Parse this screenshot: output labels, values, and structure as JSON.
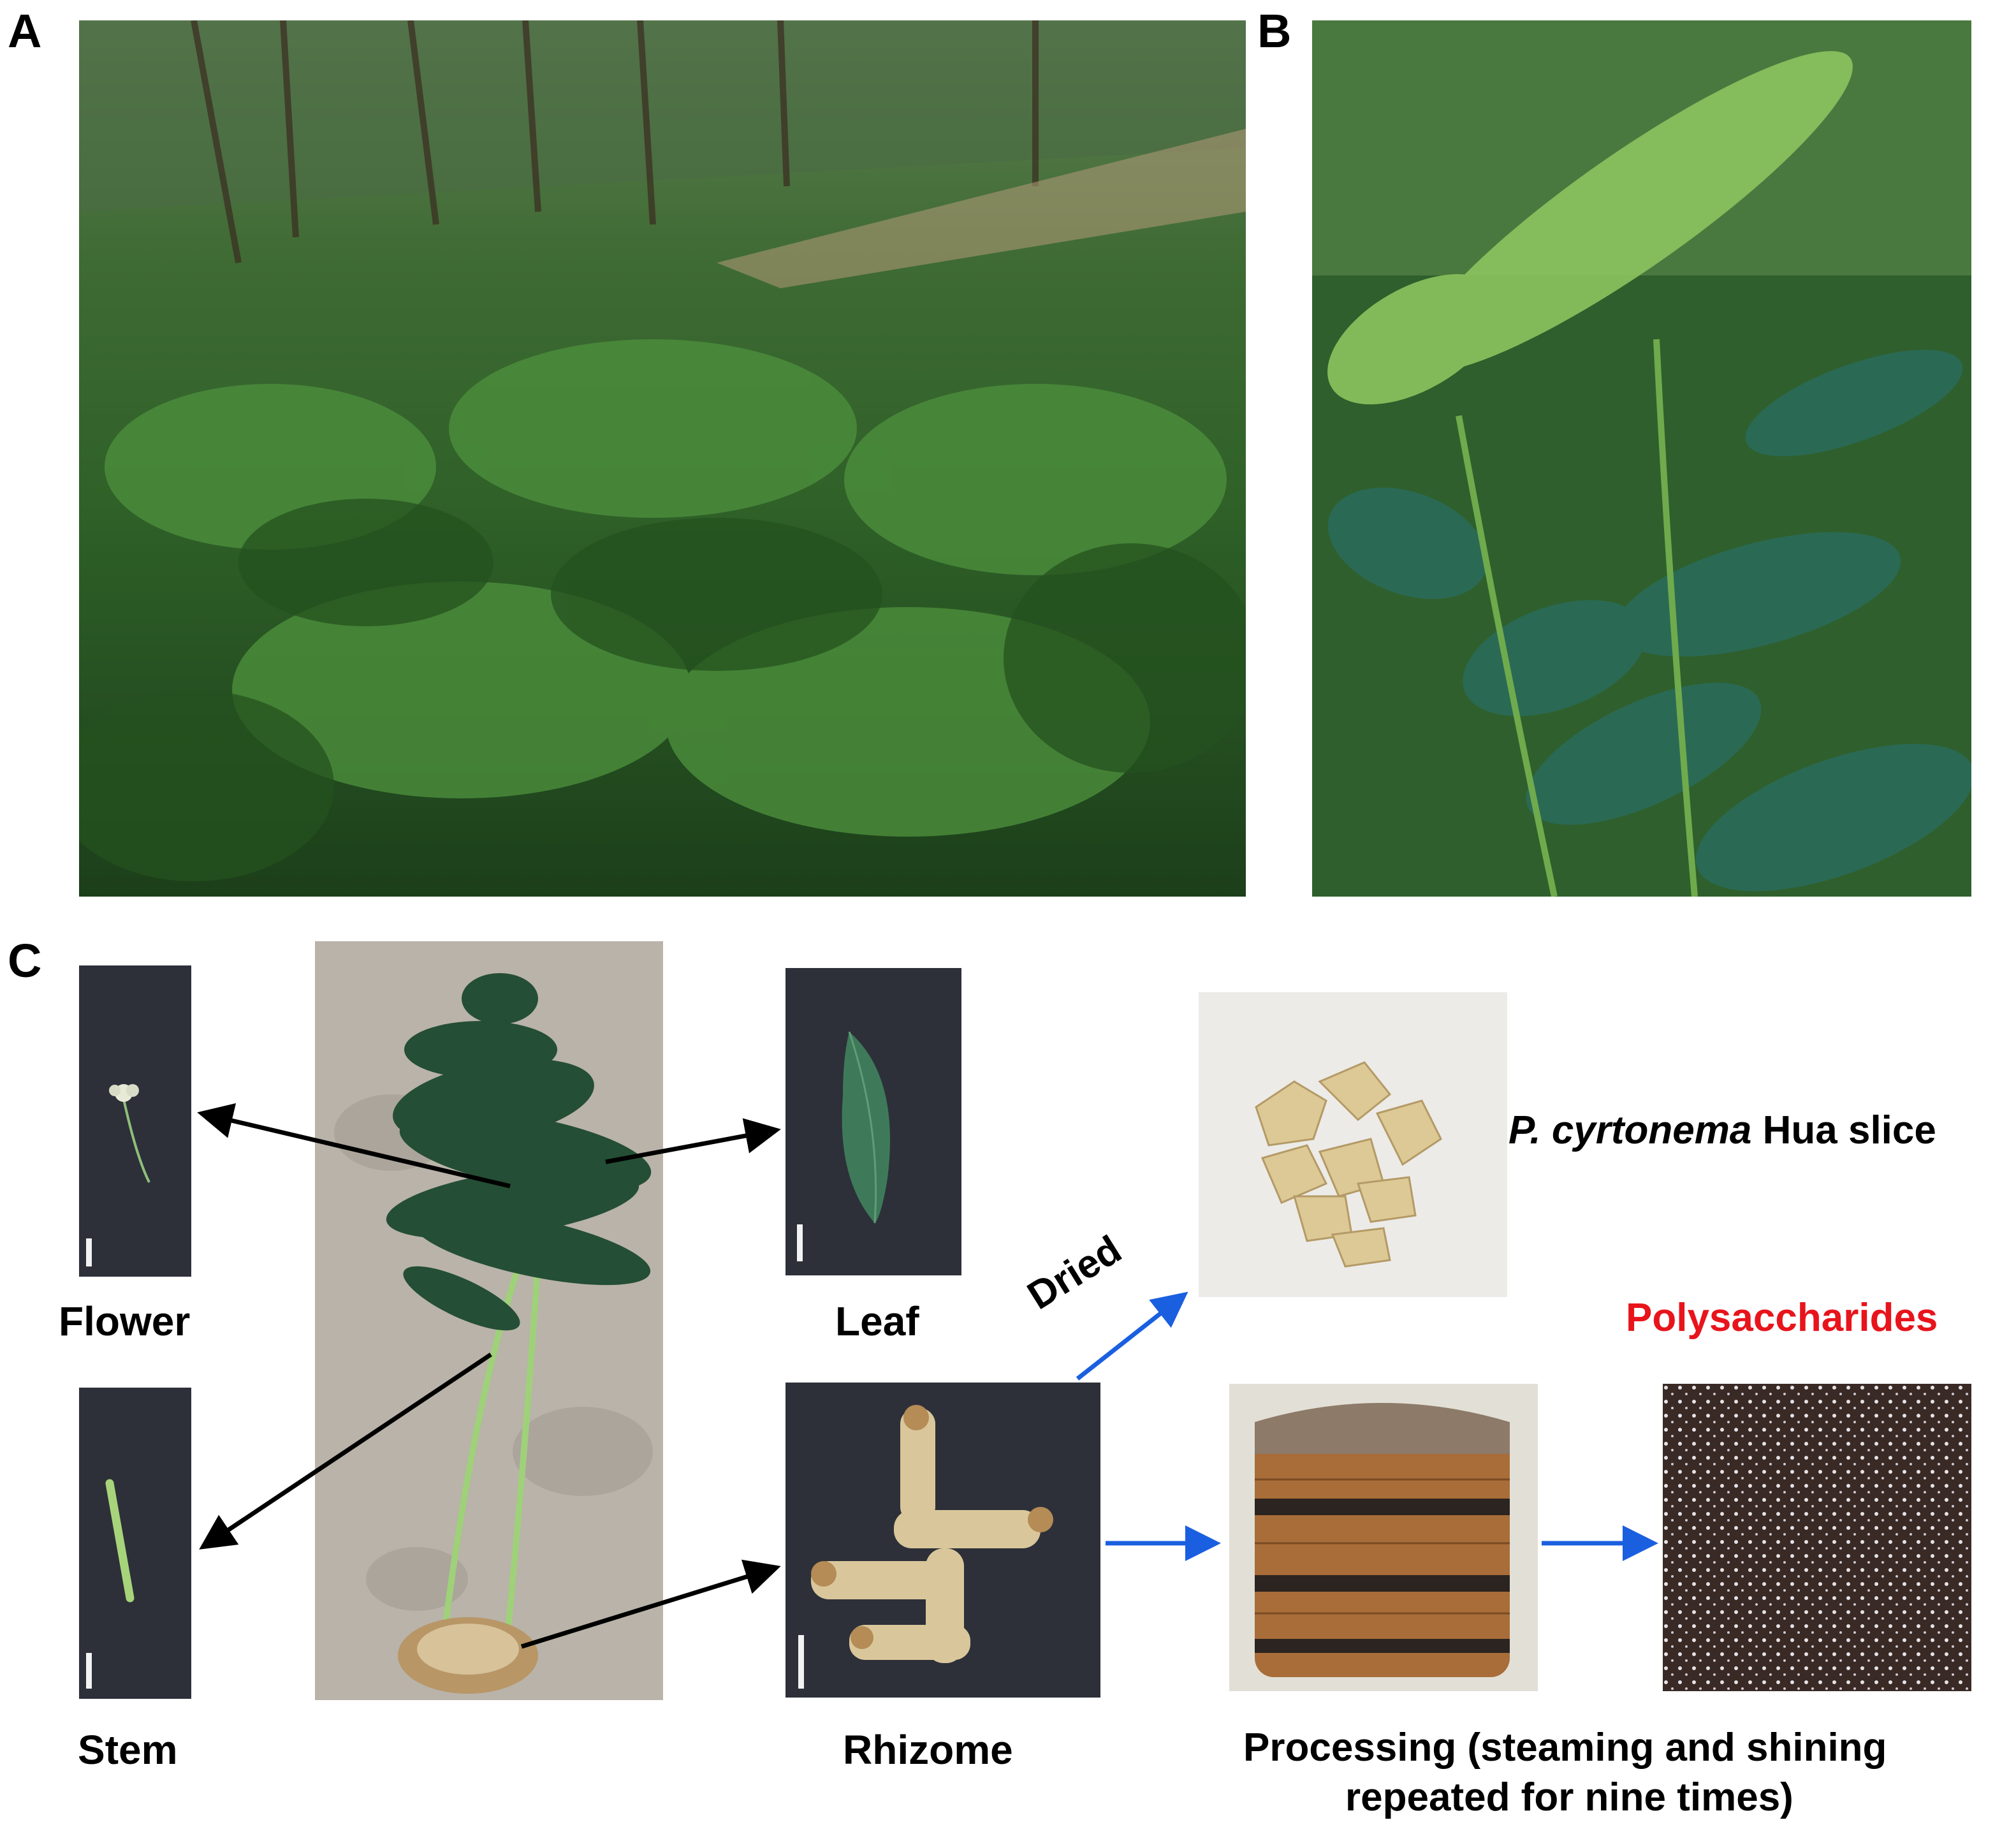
{
  "panels": {
    "a": {
      "letter": "A"
    },
    "b": {
      "letter": "B"
    },
    "c": {
      "letter": "C"
    }
  },
  "labels": {
    "flower": "Flower",
    "leaf": "Leaf",
    "stem": "Stem",
    "rhizome": "Rhizome",
    "dried": "Dried",
    "slice_italic": "P. cyrtonema",
    "slice_rest": " Hua slice",
    "polysaccharides": "Polysaccharides",
    "processing_line1": "Processing (steaming and shining",
    "processing_line2": "repeated for nine times)"
  },
  "colors": {
    "black_arrow": "#000000",
    "blue_arrow": "#1a5fe0",
    "polysaccharides_text": "#e8141b",
    "foliage_dark": "#1f4d1d",
    "foliage_mid": "#3f7f35",
    "foliage_light": "#8cc460",
    "specimen_bg": "#2d3039",
    "concrete": "#b9b3a9"
  }
}
